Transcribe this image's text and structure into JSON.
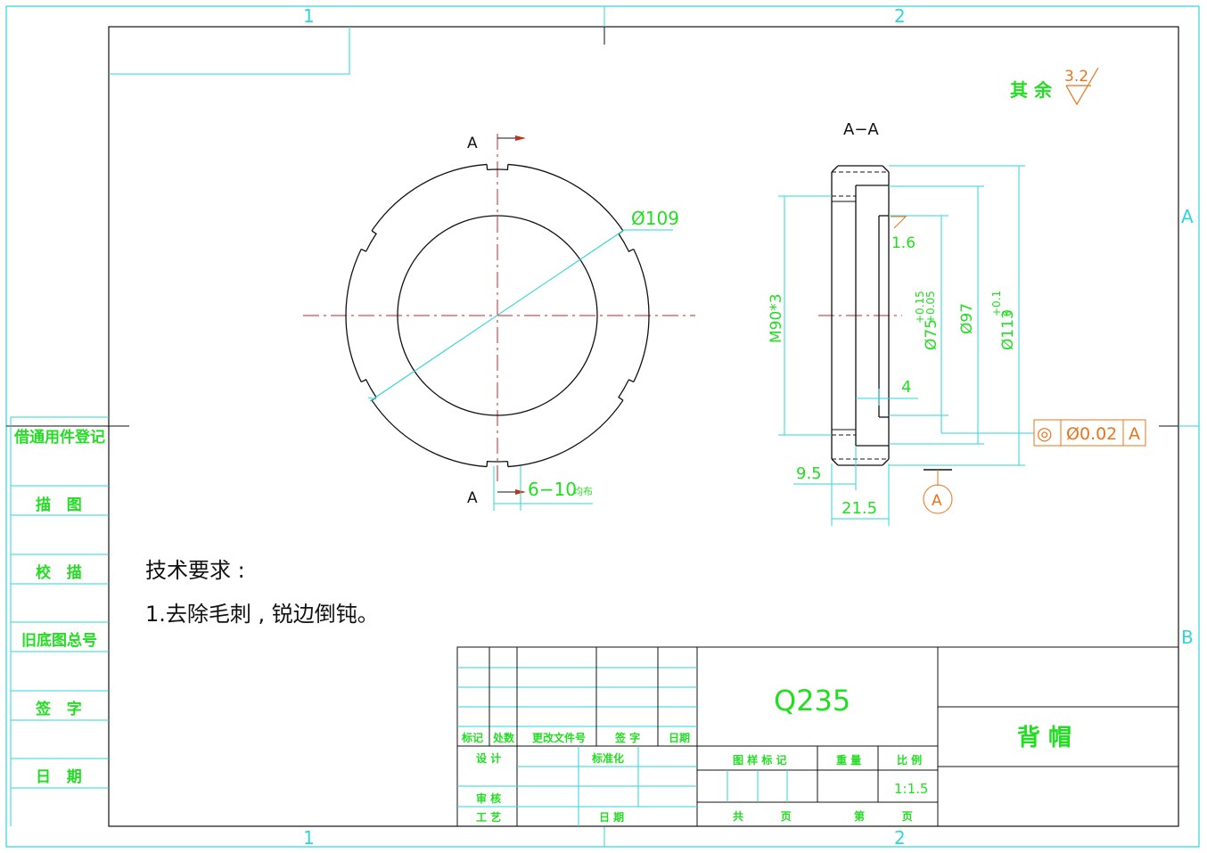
{
  "zones": {
    "top_1": "1",
    "top_2": "2",
    "bottom_1": "1",
    "bottom_2": "2",
    "right_a": "A",
    "right_b": "B"
  },
  "roughness": {
    "others_label": "其 余",
    "others_value": "3.2",
    "face_value": "1.6"
  },
  "front_view": {
    "section_top": "A",
    "section_bottom": "A",
    "dia_label": "Ø109",
    "slot_label": "6−10",
    "slot_suffix": "均布"
  },
  "section_view": {
    "title": "A−A",
    "thread": "M90*3",
    "dia_bore": "Ø75",
    "bore_tol_upper": "+0.15",
    "bore_tol_lower": "+0.05",
    "dia_97": "Ø97",
    "dia_outer": "Ø113",
    "outer_tol_upper": "+0.1",
    "outer_tol_lower": "0",
    "dim_4": "4",
    "dim_95": "9.5",
    "dim_215": "21.5",
    "datum": "A",
    "tol_symbol": "◎",
    "tol_value": "Ø0.02",
    "tol_datum": "A"
  },
  "tech_req": {
    "title": "技术要求 :",
    "item1": "1.去除毛刺 , 锐边倒钝。"
  },
  "left_strip": [
    "借通用件登记",
    "描   图",
    "校   描",
    "旧底图总号",
    "签   字",
    "日   期"
  ],
  "title_block": {
    "material": "Q235",
    "part_name": "背 帽",
    "rev_headers": [
      "标记",
      "处数",
      "更改文件号",
      "签 字",
      "日期"
    ],
    "design": "设 计",
    "standardize": "标准化",
    "review": "审 核",
    "process": "工 艺",
    "date": "日 期",
    "drawing_mark": "图 样 标 记",
    "weight": "重 量",
    "scale_label": "比 例",
    "scale_value": "1:1.5",
    "total": "共          页",
    "sheet": "第          页"
  }
}
